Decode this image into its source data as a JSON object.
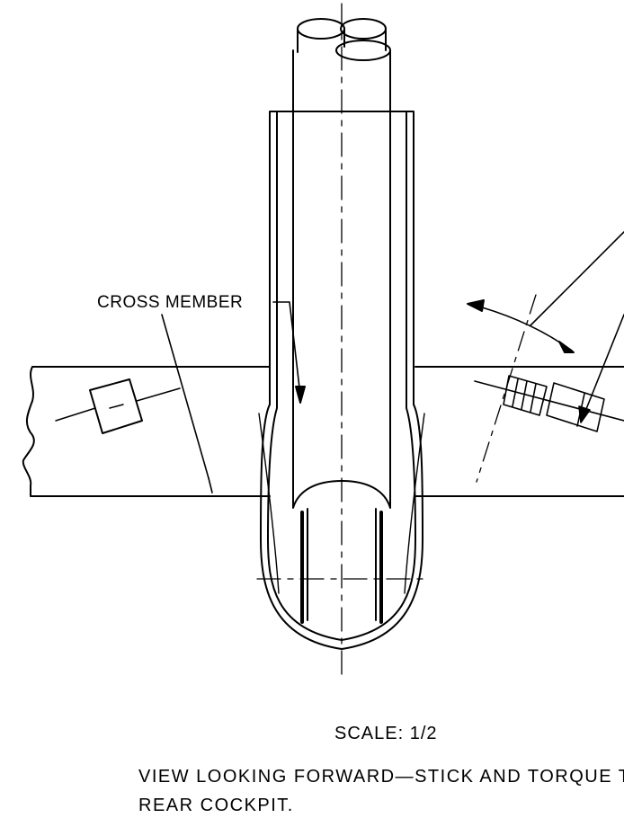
{
  "labels": {
    "cross_member": "CROSS MEMBER",
    "scale": "SCALE: 1/2",
    "caption_line1": "VIEW LOOKING FORWARD—STICK AND TORQUE TUBE ASS",
    "caption_line2": "REAR COCKPIT."
  }
}
